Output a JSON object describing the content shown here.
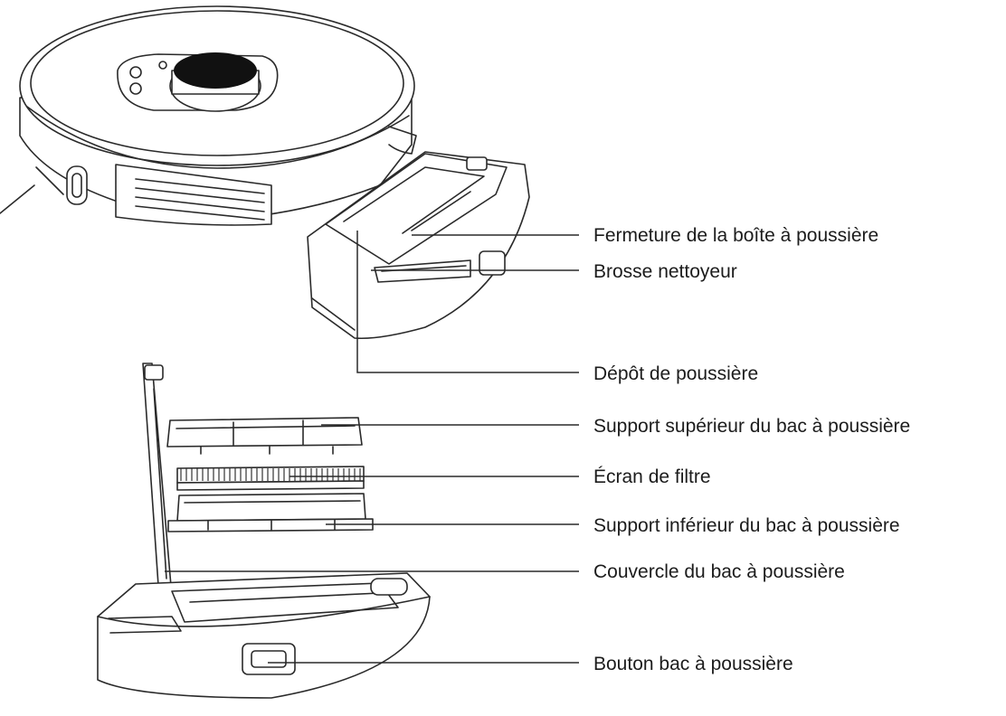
{
  "labels": [
    {
      "id": "dustbox-closure",
      "text": "Fermeture de la boîte à poussière"
    },
    {
      "id": "cleaning-brush",
      "text": "Brosse nettoyeur"
    },
    {
      "id": "dust-deposit",
      "text": "Dépôt de poussière"
    },
    {
      "id": "bin-upper-support",
      "text": "Support supérieur du bac à poussière"
    },
    {
      "id": "filter-screen",
      "text": "Écran de filtre"
    },
    {
      "id": "bin-lower-support",
      "text": "Support inférieur du bac à poussière"
    },
    {
      "id": "bin-cover",
      "text": "Couvercle du bac à poussière"
    },
    {
      "id": "bin-button",
      "text": "Bouton bac à poussière"
    }
  ]
}
